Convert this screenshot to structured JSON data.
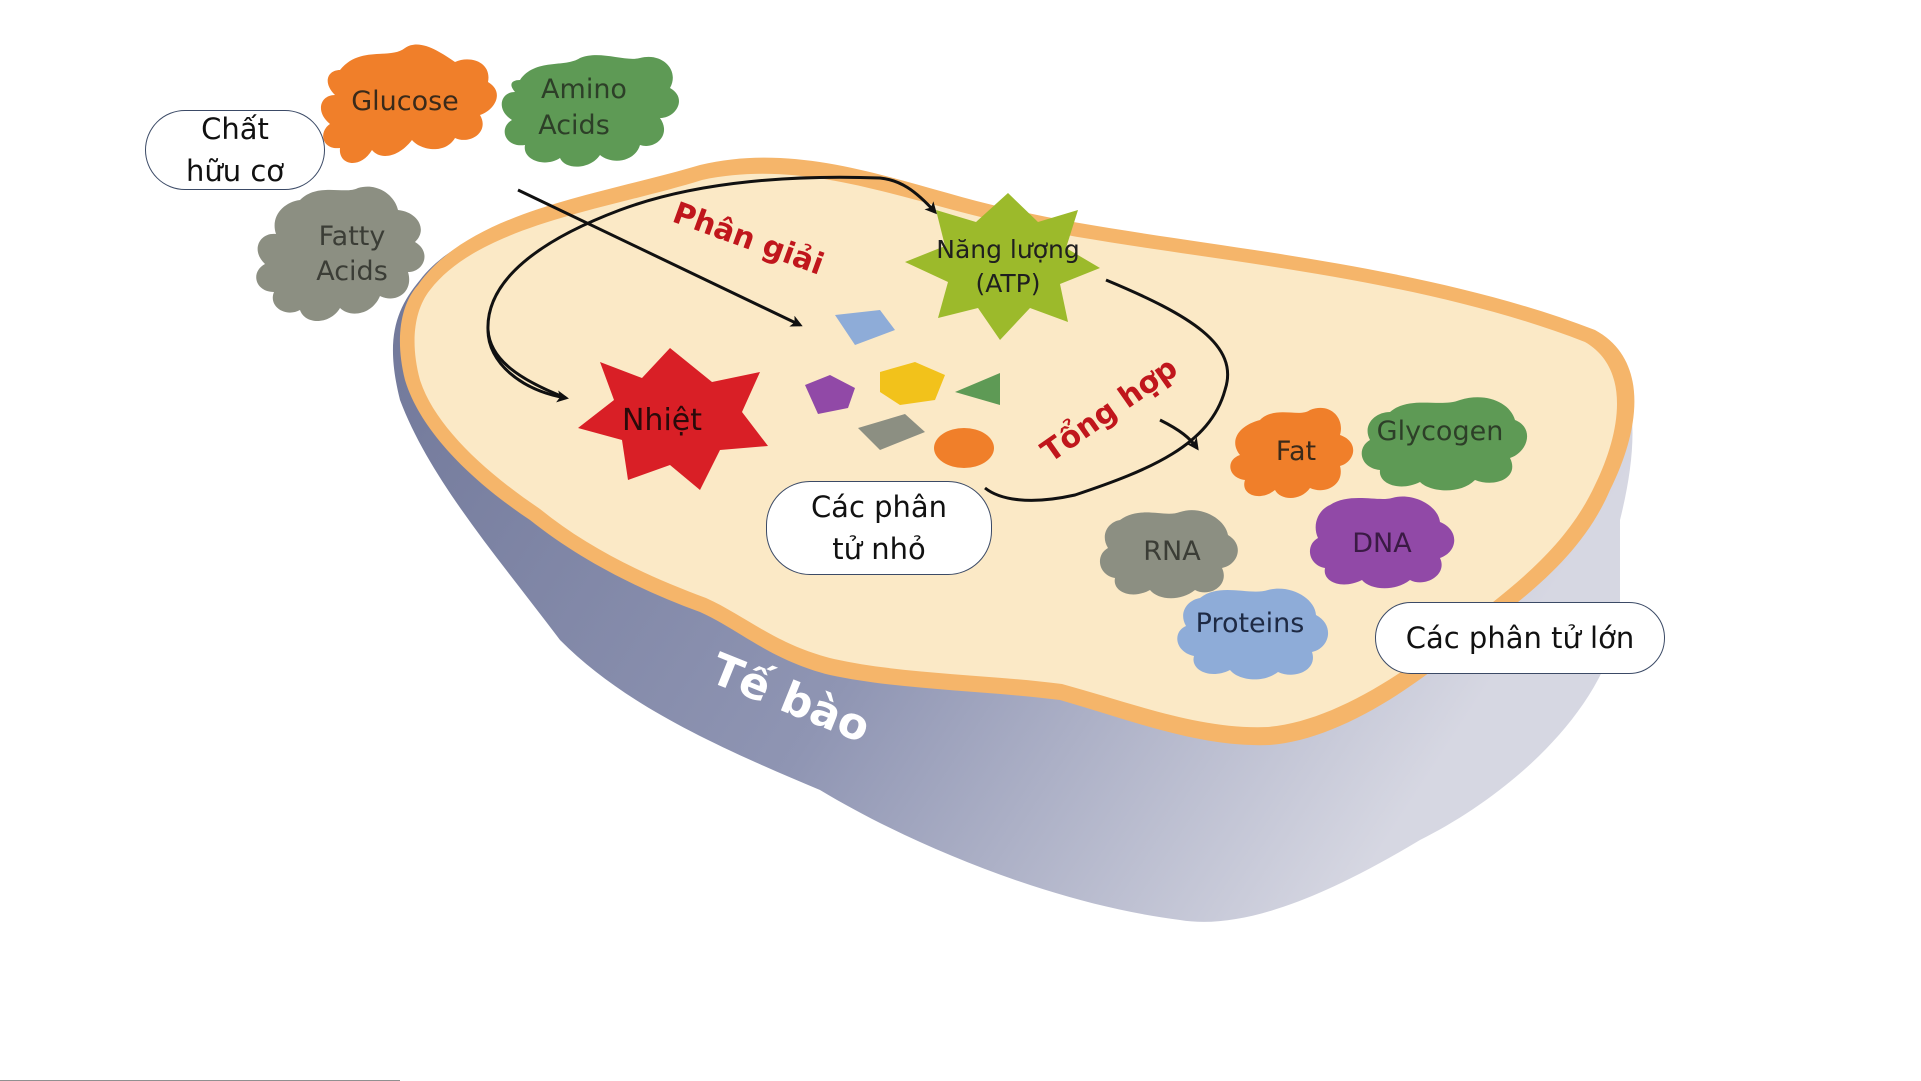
{
  "organic_matter_label": [
    "Chất",
    "hữu cơ"
  ],
  "inputs": [
    {
      "label_lines": [
        "Glucose"
      ],
      "color": "#f07f2a"
    },
    {
      "label_lines": [
        "Amino",
        "Acids"
      ],
      "color": "#5e9a55"
    },
    {
      "label_lines": [
        "Fatty",
        "Acids"
      ],
      "color": "#8c8f82"
    }
  ],
  "process_labels": {
    "catabolism": "Phân giải",
    "anabolism": "Tổng hợp"
  },
  "energy_label": [
    "Năng lượng",
    "(ATP)"
  ],
  "heat_label": "Nhiệt",
  "small_molecules_label": [
    "Các phân",
    "tử nhỏ"
  ],
  "large_molecules_label": "Các phân tử lớn",
  "macromolecules": [
    {
      "label": "Fat",
      "color": "#f07f2a"
    },
    {
      "label": "Glycogen",
      "color": "#5e9a55"
    },
    {
      "label": "RNA",
      "color": "#8c8f82"
    },
    {
      "label": "DNA",
      "color": "#9149a7"
    },
    {
      "label": "Proteins",
      "color": "#8eacd8"
    }
  ],
  "cell_label": "Tế bào",
  "colors": {
    "cell_fill": "#fbe9c6",
    "cell_rim": "#f5b56a",
    "cell_side": "#8087a6",
    "heat_star": "#d91f26",
    "energy_star": "#9cba2b",
    "process_text": "#c0161c"
  }
}
